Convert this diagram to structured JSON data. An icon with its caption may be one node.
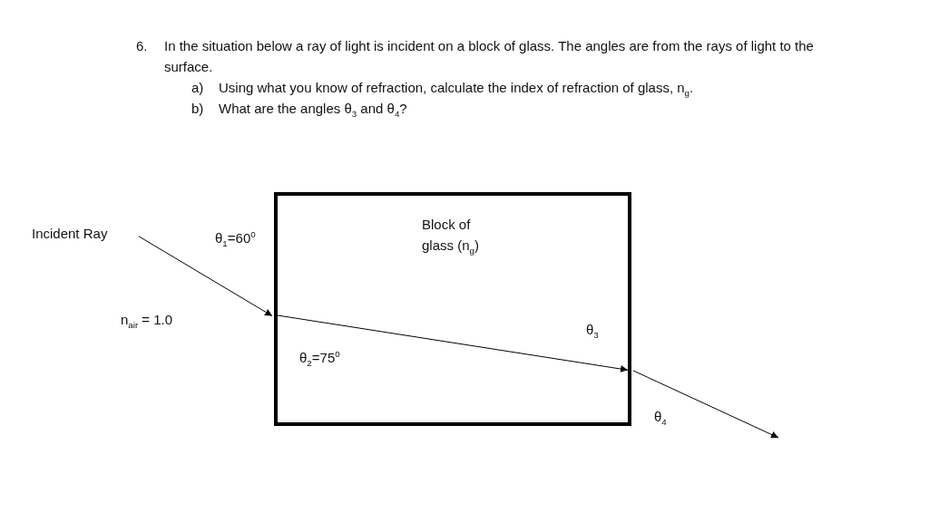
{
  "diagram": {
    "nodes": [
      {
        "text": [
          "Incident Ray"
        ]
      },
      {
        "text": [
          "Block of glass (n$_{g}$)"
        ]
      }
    ],
    "edges": [
      {
        "from": 0,
        "to": 1,
        "arrow": "to"
      },
      {
        "from": 1,
        "to": 1,
        "arrow": "to"
      },
      {
        "from": 1,
        "to": null,
        "arrow": "to"
      }
    ],
    "labels": [
      "6.",
      "In the situation below a ray of light is incident on a block of glass.  The angles are from the rays of light to the surface.",
      "a)",
      "Using what you know of refraction, calculate the index of refraction of glass, n$_{g}$.",
      "b)",
      "What are the angles θ$_{3}$ and θ$_{4}$?",
      "θ$_{1}$=60$^{0}$",
      "n$_{air}$ = 1.0",
      "θ$_{2}$=75$^{0}$",
      "θ$_{3}$",
      "θ$_{4}$"
    ]
  }
}
